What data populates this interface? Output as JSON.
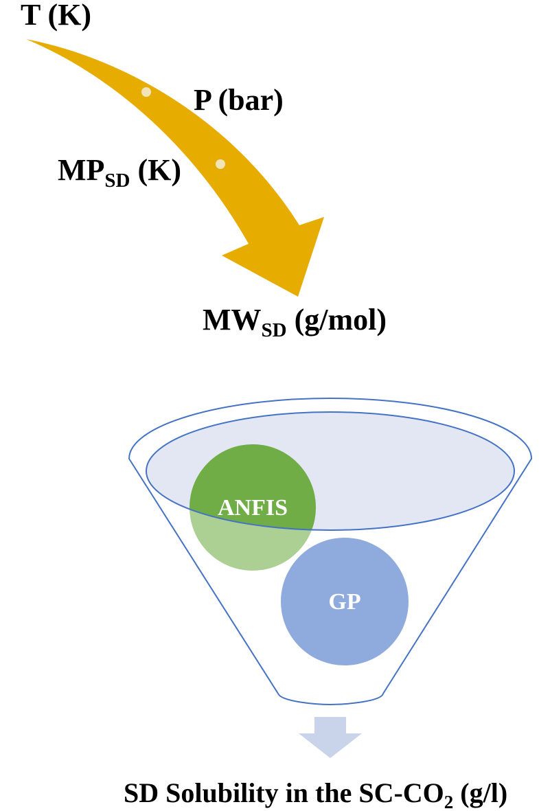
{
  "inputs": {
    "temperature": {
      "main": "T (K)"
    },
    "pressure": {
      "main": "P (bar)"
    },
    "melting_point": {
      "main": "MP",
      "sub": "SD",
      "unit": " (K)"
    },
    "molecular_weight": {
      "main": "MW",
      "sub": "SD",
      "unit": " (g/mol)"
    }
  },
  "models": {
    "anfis": "ANFIS",
    "gp": "GP"
  },
  "output": {
    "pre": "SD Solubility in the SC-CO",
    "sub": "2",
    "post": " (g/l)"
  },
  "colors": {
    "arrow": "#E6AC00",
    "arrow_dot": "#F3E3B8",
    "funnel_outline": "#4472C4",
    "funnel_surface": "#E3E6F3",
    "anfis": "#70AD47",
    "gp": "#8FAADC",
    "down_arrow": "#C9D3EA"
  }
}
